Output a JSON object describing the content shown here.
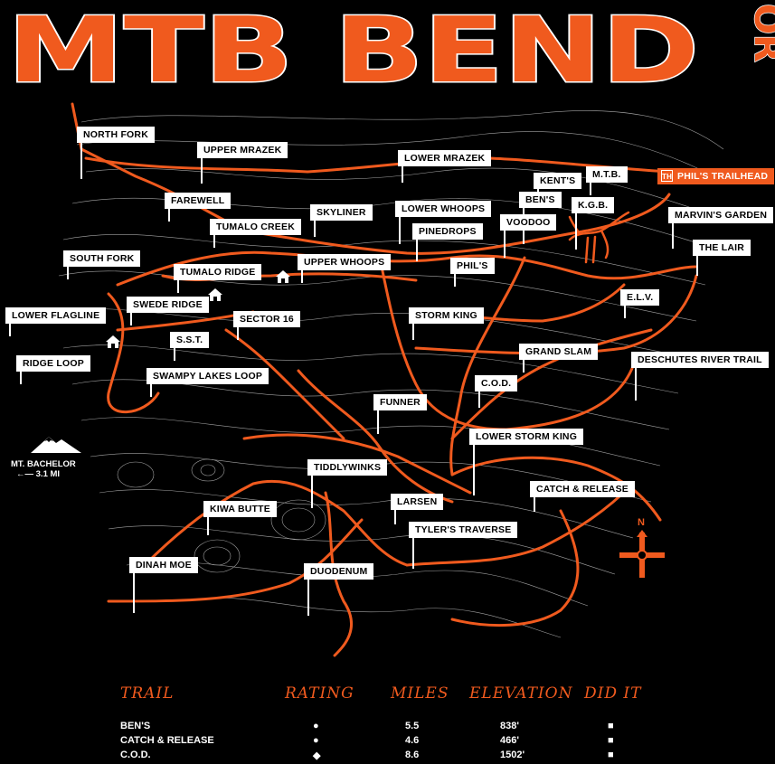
{
  "title": {
    "main": "MTB BEND",
    "side": "OR"
  },
  "trailhead": {
    "icon": "TH",
    "label": "PHIL'S TRAILHEAD"
  },
  "trails": [
    "NORTH FORK",
    "UPPER MRAZEK",
    "LOWER MRAZEK",
    "KENT'S",
    "M.T.B.",
    "FAREWELL",
    "BEN'S",
    "K.G.B.",
    "SKYLINER",
    "LOWER WHOOPS",
    "VOODOO",
    "MARVIN'S GARDEN",
    "TUMALO CREEK",
    "PINEDROPS",
    "THE LAIR",
    "SOUTH FORK",
    "UPPER WHOOPS",
    "PHIL'S",
    "TUMALO RIDGE",
    "SWEDE RIDGE",
    "SECTOR 16",
    "E.L.V.",
    "LOWER FLAGLINE",
    "STORM KING",
    "S.S.T.",
    "GRAND SLAM",
    "RIDGE LOOP",
    "DESCHUTES RIVER TRAIL",
    "SWAMPY LAKES LOOP",
    "C.O.D.",
    "FUNNER",
    "LOWER STORM KING",
    "TIDDLYWINKS",
    "CATCH & RELEASE",
    "KIWA BUTTE",
    "LARSEN",
    "TYLER'S TRAVERSE",
    "DINAH MOE",
    "DUODENUM"
  ],
  "bachelor": {
    "name": "MT. BACHELOR",
    "distance": "3.1 MI"
  },
  "compass": {
    "north": "N"
  },
  "legend": {
    "headers": {
      "trail": "TRAIL",
      "rating": "RATING",
      "miles": "MILES",
      "elevation": "ELEVATION",
      "didit": "DID IT"
    },
    "rows": [
      {
        "trail": "BEN'S",
        "rating": "●",
        "miles": "5.5",
        "elevation": "838'",
        "didit": "■"
      },
      {
        "trail": "CATCH & RELEASE",
        "rating": "●",
        "miles": "4.6",
        "elevation": "466'",
        "didit": "■"
      },
      {
        "trail": "C.O.D.",
        "rating": "◆",
        "miles": "8.6",
        "elevation": "1502'",
        "didit": "■"
      }
    ]
  },
  "colors": {
    "accent": "#f05a1e",
    "background": "#000000",
    "label_bg": "#ffffff"
  }
}
